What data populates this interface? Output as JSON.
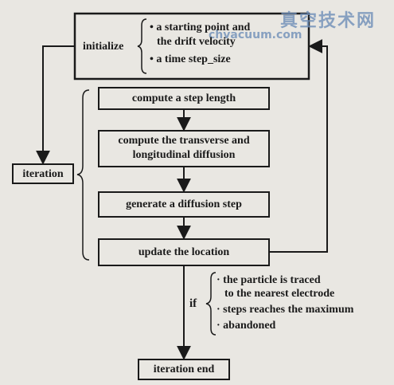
{
  "watermark": {
    "cn": "真空技术网",
    "url": "chvacuum.com"
  },
  "initialize": {
    "label": "initialize",
    "items": [
      "• a starting point and",
      "the drift velocity",
      "• a time step_size"
    ]
  },
  "iteration": {
    "label": "iteration"
  },
  "steps": [
    "compute a step length",
    "compute the transverse and",
    "longitudinal diffusion",
    "generate a diffusion step",
    "update the location"
  ],
  "condition": {
    "label": "if",
    "items": [
      "· the particle is traced",
      "to the nearest electrode",
      "· steps reaches the maximum",
      "· abandoned"
    ]
  },
  "end": {
    "label": "iteration end"
  },
  "colors": {
    "stroke": "#1a1a1a",
    "background": "#e9e7e2",
    "watermark": "#6f8fb8"
  }
}
